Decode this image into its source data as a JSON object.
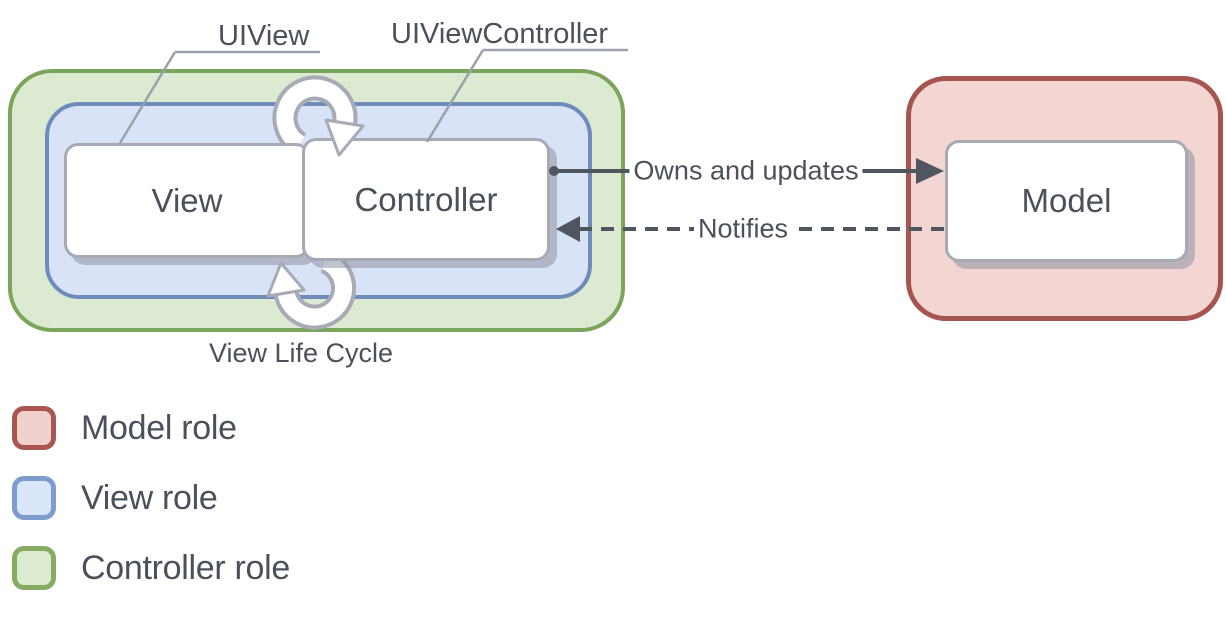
{
  "diagram": {
    "nodes": {
      "view": "View",
      "controller": "Controller",
      "model": "Model"
    },
    "annotations": {
      "uiview": "UIView",
      "uiviewcontroller": "UIViewController",
      "view_life_cycle": "View Life Cycle"
    },
    "arrows": {
      "owns_and_updates": "Owns and updates",
      "notifies": "Notifies"
    },
    "regions": {
      "controller_role": {
        "fill": "#dcead2",
        "border": "#7ca55c"
      },
      "view_role": {
        "fill": "#d9e3f7",
        "border": "#6d8cbb"
      },
      "model_role": {
        "fill": "#f3d6d2",
        "border": "#a5544e"
      }
    },
    "colors": {
      "line": "#50565f",
      "leader_line": "#9ba1ab",
      "loop_outline": "#a8aab6",
      "loop_fill": "#ffffff",
      "text": "#4b515c"
    }
  },
  "legend": {
    "items": [
      {
        "label": "Model role",
        "fill": "#f1d1cd",
        "border": "#a8564f"
      },
      {
        "label": "View role",
        "fill": "#d9e5f9",
        "border": "#7f9cce"
      },
      {
        "label": "Controller role",
        "fill": "#dcead0",
        "border": "#85ac62"
      }
    ]
  }
}
